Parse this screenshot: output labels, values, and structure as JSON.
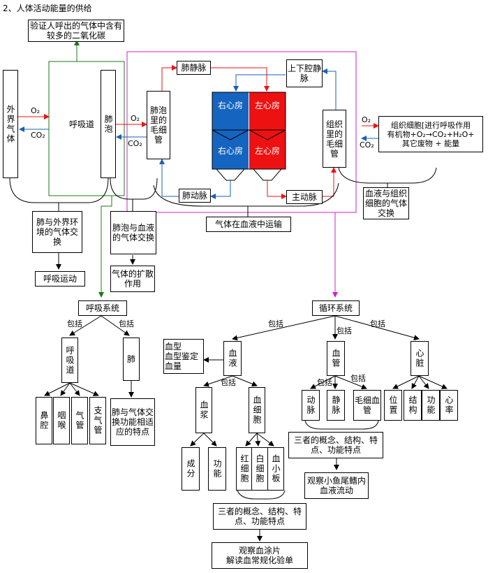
{
  "title": "2、人体活动能量的供给",
  "top_note": "验证人呼出的气体中含有较多的二氧化碳",
  "left_air": "外界气体",
  "airway": "呼吸道",
  "lung": "肺泡",
  "alv_cap": "肺泡里的毛细管",
  "pulm_vein": "肺静脉",
  "vena_cava": "上下腔静脉",
  "ra_top": "右心房",
  "la_top": "左心房",
  "rv": "右心房",
  "lv": "左心房",
  "pulm_artery": "肺动脉",
  "aorta": "主动脉",
  "tissue_cap": "组织里的毛细管",
  "tissue_cell": "组织细胞[进行呼吸作用",
  "tissue_cell_2": "有机物+O₂→CO₂+H₂O+",
  "tissue_cell_3": "其它废物 + 能量",
  "o2": "O₂",
  "co2": "CO₂",
  "gas_lung_ext": "肺与外界环境的气体交换",
  "gas_alv_blood": "肺泡与血液的气体交换",
  "blood_transport": "气体在血液中运输",
  "tissue_exchange": "血液与组织细胞的气体交换",
  "breathing_motion": "呼吸运动",
  "diffusion": "气体的扩散作用",
  "resp_system": "呼吸系统",
  "circ_system": "循环系统",
  "include": "包括",
  "resp_tract": "呼吸道",
  "lung2": "肺",
  "nasal": "鼻腔",
  "pharynx": "咽喉",
  "trachea": "气管",
  "bronchi": "支气管",
  "lung_feature": "肺与气体交换功能相适应的特点",
  "blood": "血液",
  "vessel": "血管",
  "heart": "心脏",
  "blood_types": "血型\n血型鉴定\n血量",
  "plasma": "血浆",
  "blood_cell": "血细胞",
  "composition": "成分",
  "function": "功能",
  "rbc": "红细胞",
  "wbc": "白细胞",
  "platelet": "血小板",
  "artery": "动脉",
  "vein": "静脉",
  "capillary": "毛细血管",
  "position": "位置",
  "structure": "结构",
  "heart_function": "功能",
  "heart_rate": "心率",
  "three_concepts_1": "三者的概念、结构、特点、功能特点",
  "observe_fish": "观察小鱼尾鳍内血液流动",
  "three_concepts_2": "三者的概念、结构、特点、功能特点",
  "observe_blood": "观察血涂片\n解读血常规化验单"
}
